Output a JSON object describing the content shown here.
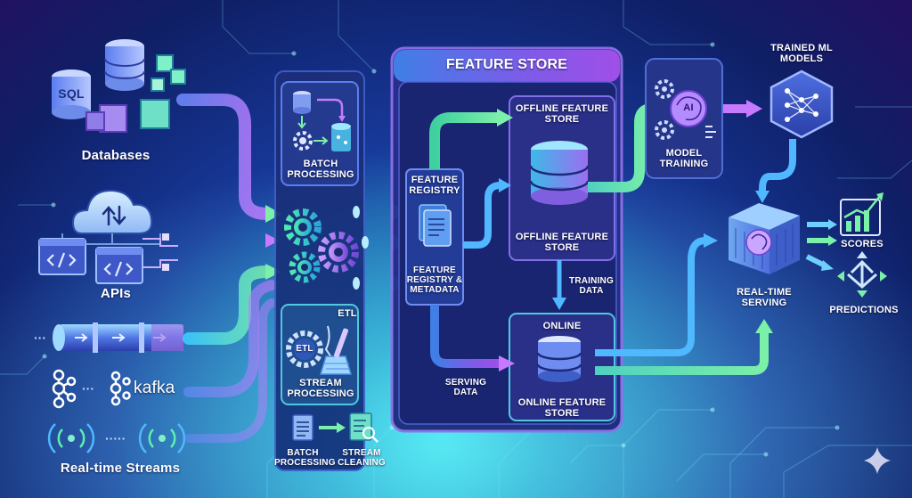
{
  "sources": {
    "databases": {
      "label": "Databases",
      "db_text": "SQL"
    },
    "apis": {
      "label": "APIs"
    },
    "streams": {
      "label": "Real-time Streams",
      "kafka_text": "kafka"
    }
  },
  "processing": {
    "batch_label": "BATCH PROCESSING",
    "etl_tag": "ETL",
    "etl_icon_text": "ETL",
    "stream_label": "STREAM PROCESSING",
    "bottom_batch_label": "BATCH PROCESSING",
    "bottom_stream_label": "STREAM CLEANING"
  },
  "feature_store": {
    "title": "FEATURE STORE",
    "registry_title": "FEATURE REGISTRY",
    "registry_sub": "FEATURE REGISTRY & METADATA",
    "offline_title": "OFFLINE FEATURE STORE",
    "offline_sub": "OFFLINE FEATURE STORE",
    "training_data": "TRAINING DATA",
    "online_title": "ONLINE",
    "online_sub": "ONLINE FEATURE STORE",
    "serving_data": "SERVING DATA"
  },
  "outputs": {
    "model_training": "MODEL TRAINING",
    "ai_badge": "AI",
    "trained_models": "TRAINED ML MODELS",
    "real_time_serving": "REAL-TIME SERVING",
    "scores": "SCORES",
    "predictions": "PREDICTIONS"
  },
  "colors": {
    "panel_fill": "#1a2a6e",
    "panel_border": "#7a5ae0",
    "arrow_green": "#5cf0a0",
    "arrow_purple": "#b070ff",
    "arrow_cyan": "#3fd0ff",
    "accent_teal": "#30e0d0"
  }
}
